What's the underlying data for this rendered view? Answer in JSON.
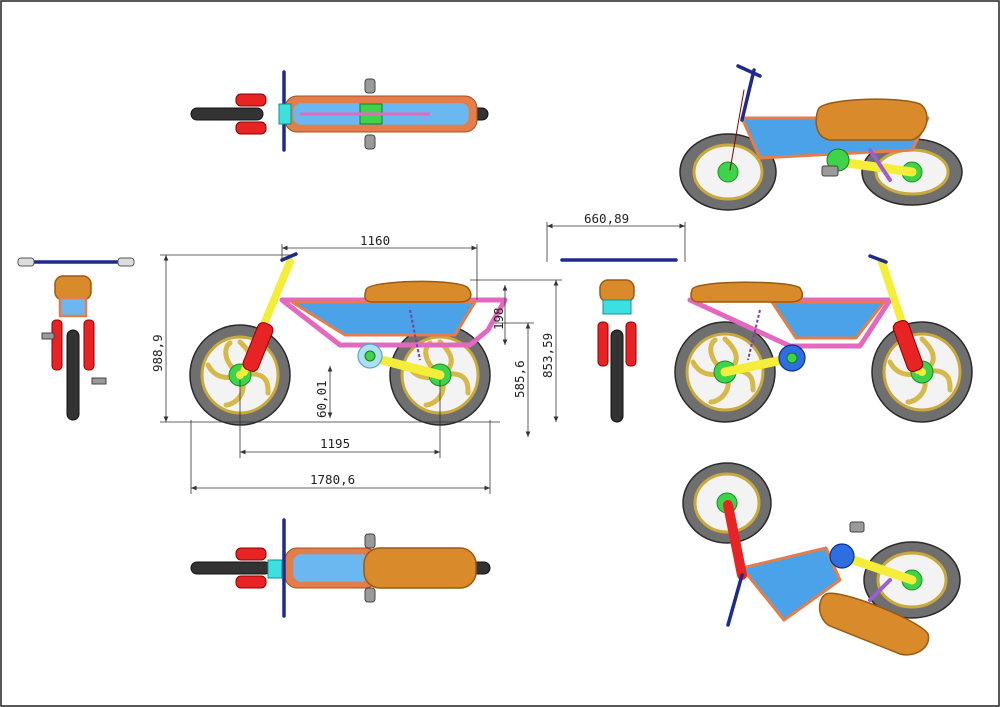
{
  "drawing": {
    "dimensions": {
      "wheelbase_top": "1160",
      "height_total": "988,9",
      "width_handlebar": "660,89",
      "seat_drop": "198",
      "ground_clearance": "60,01",
      "axle_to_seat": "585,6",
      "seat_height": "853,59",
      "wheelbase": "1195",
      "length_total": "1780,6"
    },
    "views": [
      "top-view",
      "iso-view-top-right",
      "front-view",
      "side-view-left",
      "rear-view",
      "side-view-right",
      "bottom-view",
      "iso-view-bottom-right"
    ],
    "colors": {
      "tire": "#6f6f6f",
      "rim": "#d7b94a",
      "frame": "#e468c0",
      "tank": "#4aa3e8",
      "tank_trim": "#e37e4b",
      "seat": "#d98b2b",
      "fork": "#e82323",
      "swingarm": "#f4ee3a",
      "hub": "#3fd34a",
      "headset": "#3de0e0",
      "handlebar": "#1f2b8a",
      "chainring": "#2d6fe0"
    }
  }
}
